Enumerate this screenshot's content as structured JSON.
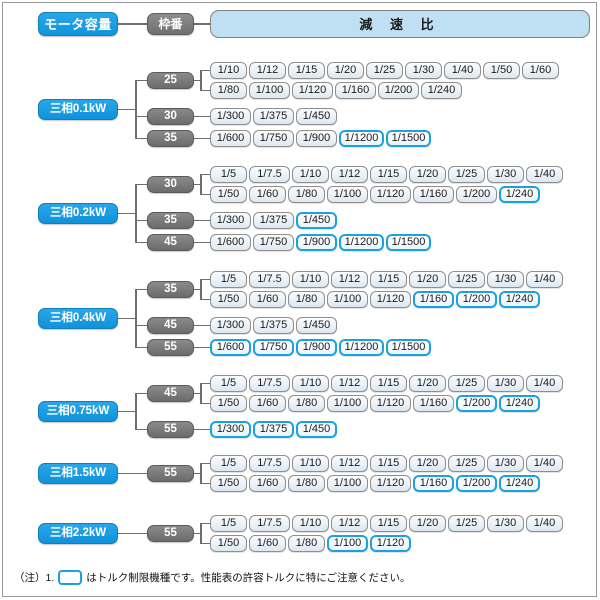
{
  "header": {
    "motor_capacity_label": "モータ容量",
    "frame_no_label": "枠番",
    "ratio_label": "減 速 比"
  },
  "groups": [
    {
      "capacity": "三相0.1kW",
      "frames": [
        {
          "frame": "25",
          "rows": [
            {
              "ratios": [
                {
                  "v": "1/10",
                  "hl": false
                },
                {
                  "v": "1/12",
                  "hl": false
                },
                {
                  "v": "1/15",
                  "hl": false
                },
                {
                  "v": "1/20",
                  "hl": false
                },
                {
                  "v": "1/25",
                  "hl": false
                },
                {
                  "v": "1/30",
                  "hl": false
                },
                {
                  "v": "1/40",
                  "hl": false
                },
                {
                  "v": "1/50",
                  "hl": false
                },
                {
                  "v": "1/60",
                  "hl": false
                }
              ]
            },
            {
              "ratios": [
                {
                  "v": "1/80",
                  "hl": false
                },
                {
                  "v": "1/100",
                  "hl": false
                },
                {
                  "v": "1/120",
                  "hl": false
                },
                {
                  "v": "1/160",
                  "hl": false
                },
                {
                  "v": "1/200",
                  "hl": false
                },
                {
                  "v": "1/240",
                  "hl": false
                }
              ]
            }
          ]
        },
        {
          "frame": "30",
          "rows": [
            {
              "ratios": [
                {
                  "v": "1/300",
                  "hl": false
                },
                {
                  "v": "1/375",
                  "hl": false
                },
                {
                  "v": "1/450",
                  "hl": false
                }
              ]
            }
          ]
        },
        {
          "frame": "35",
          "rows": [
            {
              "ratios": [
                {
                  "v": "1/600",
                  "hl": false
                },
                {
                  "v": "1/750",
                  "hl": false
                },
                {
                  "v": "1/900",
                  "hl": false
                },
                {
                  "v": "1/1200",
                  "hl": true
                },
                {
                  "v": "1/1500",
                  "hl": true
                }
              ]
            }
          ]
        }
      ]
    },
    {
      "capacity": "三相0.2kW",
      "frames": [
        {
          "frame": "30",
          "rows": [
            {
              "ratios": [
                {
                  "v": "1/5",
                  "hl": false
                },
                {
                  "v": "1/7.5",
                  "hl": false
                },
                {
                  "v": "1/10",
                  "hl": false
                },
                {
                  "v": "1/12",
                  "hl": false
                },
                {
                  "v": "1/15",
                  "hl": false
                },
                {
                  "v": "1/20",
                  "hl": false
                },
                {
                  "v": "1/25",
                  "hl": false
                },
                {
                  "v": "1/30",
                  "hl": false
                },
                {
                  "v": "1/40",
                  "hl": false
                }
              ]
            },
            {
              "ratios": [
                {
                  "v": "1/50",
                  "hl": false
                },
                {
                  "v": "1/60",
                  "hl": false
                },
                {
                  "v": "1/80",
                  "hl": false
                },
                {
                  "v": "1/100",
                  "hl": false
                },
                {
                  "v": "1/120",
                  "hl": false
                },
                {
                  "v": "1/160",
                  "hl": false
                },
                {
                  "v": "1/200",
                  "hl": false
                },
                {
                  "v": "1/240",
                  "hl": true
                }
              ]
            }
          ]
        },
        {
          "frame": "35",
          "rows": [
            {
              "ratios": [
                {
                  "v": "1/300",
                  "hl": false
                },
                {
                  "v": "1/375",
                  "hl": false
                },
                {
                  "v": "1/450",
                  "hl": true
                }
              ]
            }
          ]
        },
        {
          "frame": "45",
          "rows": [
            {
              "ratios": [
                {
                  "v": "1/600",
                  "hl": false
                },
                {
                  "v": "1/750",
                  "hl": false
                },
                {
                  "v": "1/900",
                  "hl": true
                },
                {
                  "v": "1/1200",
                  "hl": true
                },
                {
                  "v": "1/1500",
                  "hl": true
                }
              ]
            }
          ]
        }
      ]
    },
    {
      "capacity": "三相0.4kW",
      "frames": [
        {
          "frame": "35",
          "rows": [
            {
              "ratios": [
                {
                  "v": "1/5",
                  "hl": false
                },
                {
                  "v": "1/7.5",
                  "hl": false
                },
                {
                  "v": "1/10",
                  "hl": false
                },
                {
                  "v": "1/12",
                  "hl": false
                },
                {
                  "v": "1/15",
                  "hl": false
                },
                {
                  "v": "1/20",
                  "hl": false
                },
                {
                  "v": "1/25",
                  "hl": false
                },
                {
                  "v": "1/30",
                  "hl": false
                },
                {
                  "v": "1/40",
                  "hl": false
                }
              ]
            },
            {
              "ratios": [
                {
                  "v": "1/50",
                  "hl": false
                },
                {
                  "v": "1/60",
                  "hl": false
                },
                {
                  "v": "1/80",
                  "hl": false
                },
                {
                  "v": "1/100",
                  "hl": false
                },
                {
                  "v": "1/120",
                  "hl": false
                },
                {
                  "v": "1/160",
                  "hl": true
                },
                {
                  "v": "1/200",
                  "hl": true
                },
                {
                  "v": "1/240",
                  "hl": true
                }
              ]
            }
          ]
        },
        {
          "frame": "45",
          "rows": [
            {
              "ratios": [
                {
                  "v": "1/300",
                  "hl": false
                },
                {
                  "v": "1/375",
                  "hl": false
                },
                {
                  "v": "1/450",
                  "hl": false
                }
              ]
            }
          ]
        },
        {
          "frame": "55",
          "rows": [
            {
              "ratios": [
                {
                  "v": "1/600",
                  "hl": true
                },
                {
                  "v": "1/750",
                  "hl": true
                },
                {
                  "v": "1/900",
                  "hl": true
                },
                {
                  "v": "1/1200",
                  "hl": true
                },
                {
                  "v": "1/1500",
                  "hl": true
                }
              ]
            }
          ]
        }
      ]
    },
    {
      "capacity": "三相0.75kW",
      "frames": [
        {
          "frame": "45",
          "rows": [
            {
              "ratios": [
                {
                  "v": "1/5",
                  "hl": false
                },
                {
                  "v": "1/7.5",
                  "hl": false
                },
                {
                  "v": "1/10",
                  "hl": false
                },
                {
                  "v": "1/12",
                  "hl": false
                },
                {
                  "v": "1/15",
                  "hl": false
                },
                {
                  "v": "1/20",
                  "hl": false
                },
                {
                  "v": "1/25",
                  "hl": false
                },
                {
                  "v": "1/30",
                  "hl": false
                },
                {
                  "v": "1/40",
                  "hl": false
                }
              ]
            },
            {
              "ratios": [
                {
                  "v": "1/50",
                  "hl": false
                },
                {
                  "v": "1/60",
                  "hl": false
                },
                {
                  "v": "1/80",
                  "hl": false
                },
                {
                  "v": "1/100",
                  "hl": false
                },
                {
                  "v": "1/120",
                  "hl": false
                },
                {
                  "v": "1/160",
                  "hl": false
                },
                {
                  "v": "1/200",
                  "hl": true
                },
                {
                  "v": "1/240",
                  "hl": true
                }
              ]
            }
          ]
        },
        {
          "frame": "55",
          "rows": [
            {
              "ratios": [
                {
                  "v": "1/300",
                  "hl": true
                },
                {
                  "v": "1/375",
                  "hl": true
                },
                {
                  "v": "1/450",
                  "hl": true
                }
              ]
            }
          ]
        }
      ]
    },
    {
      "capacity": "三相1.5kW",
      "frames": [
        {
          "frame": "55",
          "rows": [
            {
              "ratios": [
                {
                  "v": "1/5",
                  "hl": false
                },
                {
                  "v": "1/7.5",
                  "hl": false
                },
                {
                  "v": "1/10",
                  "hl": false
                },
                {
                  "v": "1/12",
                  "hl": false
                },
                {
                  "v": "1/15",
                  "hl": false
                },
                {
                  "v": "1/20",
                  "hl": false
                },
                {
                  "v": "1/25",
                  "hl": false
                },
                {
                  "v": "1/30",
                  "hl": false
                },
                {
                  "v": "1/40",
                  "hl": false
                }
              ]
            },
            {
              "ratios": [
                {
                  "v": "1/50",
                  "hl": false
                },
                {
                  "v": "1/60",
                  "hl": false
                },
                {
                  "v": "1/80",
                  "hl": false
                },
                {
                  "v": "1/100",
                  "hl": false
                },
                {
                  "v": "1/120",
                  "hl": false
                },
                {
                  "v": "1/160",
                  "hl": true
                },
                {
                  "v": "1/200",
                  "hl": true
                },
                {
                  "v": "1/240",
                  "hl": true
                }
              ]
            }
          ]
        }
      ]
    },
    {
      "capacity": "三相2.2kW",
      "frames": [
        {
          "frame": "55",
          "rows": [
            {
              "ratios": [
                {
                  "v": "1/5",
                  "hl": false
                },
                {
                  "v": "1/7.5",
                  "hl": false
                },
                {
                  "v": "1/10",
                  "hl": false
                },
                {
                  "v": "1/12",
                  "hl": false
                },
                {
                  "v": "1/15",
                  "hl": false
                },
                {
                  "v": "1/20",
                  "hl": false
                },
                {
                  "v": "1/25",
                  "hl": false
                },
                {
                  "v": "1/30",
                  "hl": false
                },
                {
                  "v": "1/40",
                  "hl": false
                }
              ]
            },
            {
              "ratios": [
                {
                  "v": "1/50",
                  "hl": false
                },
                {
                  "v": "1/60",
                  "hl": false
                },
                {
                  "v": "1/80",
                  "hl": false
                },
                {
                  "v": "1/100",
                  "hl": true
                },
                {
                  "v": "1/120",
                  "hl": true
                }
              ]
            }
          ]
        }
      ]
    }
  ],
  "footnote": {
    "prefix": "（注）1.",
    "suffix": "はトルク制限機種です。性能表の許容トルクに特にご注意ください。"
  },
  "colors": {
    "accent_blue": "#1ba1e2",
    "capacity_blue": "#1a9ee0",
    "frame_gray": "#6f6f6f",
    "banner_blue": "#bfdff2",
    "chip_border": "#8e8e8e",
    "line_gray": "#6e6e6e"
  }
}
